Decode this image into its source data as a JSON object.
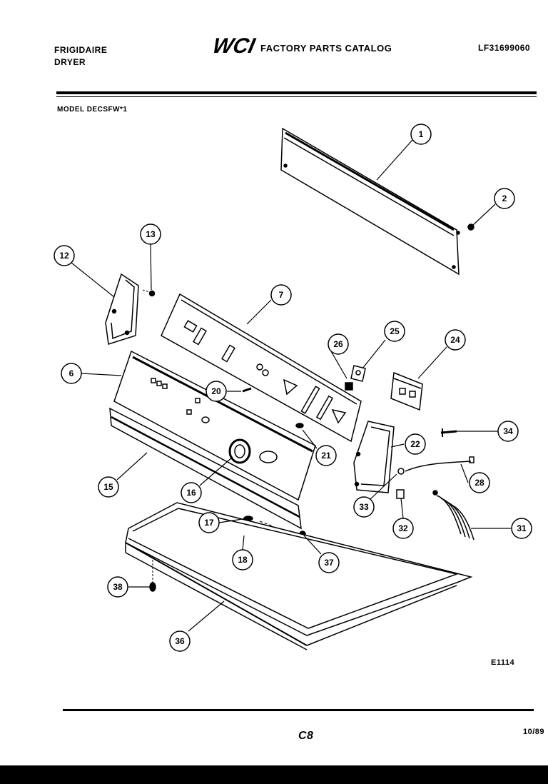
{
  "header": {
    "brand_line1": "FRIGIDAIRE",
    "brand_line2": "DRYER",
    "logo_text": "WCI",
    "catalog_title": "FACTORY PARTS CATALOG",
    "catalog_code": "LF31699060",
    "model": "MODEL DECSFW*1"
  },
  "footer": {
    "diagram_code": "E1114",
    "page_number": "C8",
    "date": "10/89"
  },
  "callouts": [
    "1",
    "2",
    "6",
    "7",
    "12",
    "13",
    "15",
    "16",
    "17",
    "18",
    "20",
    "21",
    "22",
    "24",
    "25",
    "26",
    "28",
    "31",
    "32",
    "33",
    "34",
    "36",
    "37",
    "38"
  ]
}
